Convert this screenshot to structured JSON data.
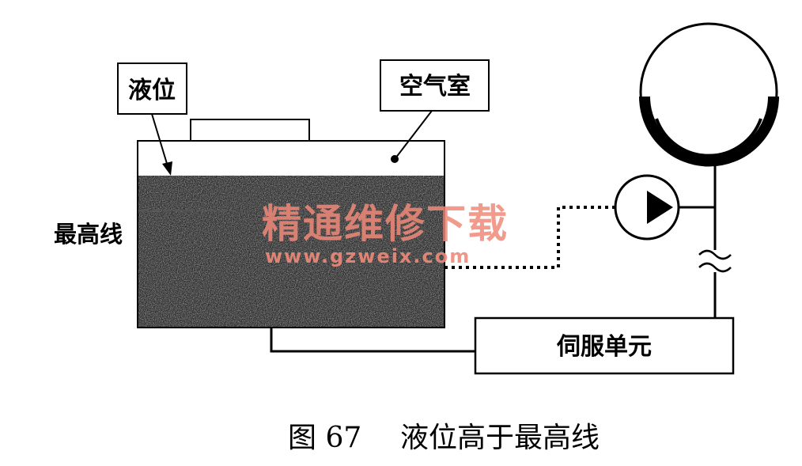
{
  "labels": {
    "liquid_level": "液位",
    "air_chamber": "空气室",
    "max_line": "最高线",
    "servo_unit": "伺服单元"
  },
  "caption": {
    "figure_number": "图 67",
    "text": "液位高于最高线"
  },
  "watermark": {
    "cn": "精通维修下载",
    "url": "www.gzweix.com"
  },
  "colors": {
    "line": "#000000",
    "liquid": "#2b2b2b",
    "watermark": "#f08a7a"
  }
}
